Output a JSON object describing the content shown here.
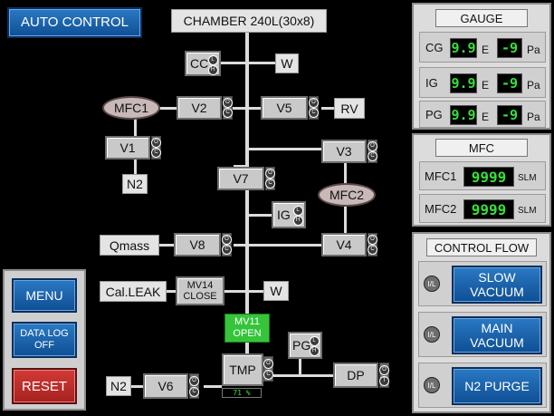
{
  "auto_control": "AUTO CONTROL",
  "chamber": "CHAMBER 240L(30x8)",
  "valves": {
    "v1": "V1",
    "v2": "V2",
    "v3": "V3",
    "v4": "V4",
    "v5": "V5",
    "v6": "V6",
    "v7": "V7",
    "v8": "V8",
    "mv14": "MV14\nCLOSE",
    "mv11": "MV11\nOPEN"
  },
  "nodes": {
    "w1": "W",
    "w2": "W",
    "rv": "RV",
    "n2_top": "N2",
    "n2_bottom": "N2",
    "qmass": "Qmass",
    "cal_leak": "Cal.LEAK",
    "tmp": "TMP",
    "dp": "DP",
    "mfc1": "MFC1",
    "mfc2": "MFC2",
    "cc": "CC",
    "ig": "IG",
    "pg": "PG"
  },
  "left_buttons": {
    "menu": "MENU",
    "data_log": "DATA LOG\nOFF",
    "reset": "RESET"
  },
  "gauge": {
    "title": "GAUGE",
    "rows": [
      {
        "label": "CG",
        "mantissa": "9.9",
        "e": "E",
        "exp": "-9",
        "unit": "Pa"
      },
      {
        "label": "IG",
        "mantissa": "9.9",
        "e": "E",
        "exp": "-9",
        "unit": "Pa"
      },
      {
        "label": "PG",
        "mantissa": "9.9",
        "e": "E",
        "exp": "-9",
        "unit": "Pa"
      }
    ]
  },
  "mfc": {
    "title": "MFC",
    "rows": [
      {
        "label": "MFC1",
        "value": "9999",
        "unit": "SLM"
      },
      {
        "label": "MFC2",
        "value": "9999",
        "unit": "SLM"
      }
    ]
  },
  "control_flow": {
    "title": "CONTROL FLOW",
    "il": "I/L",
    "items": [
      "SLOW\nVACUUM",
      "MAIN\nVACUUM",
      "N2 PURGE"
    ]
  },
  "tmp_status": "71 %",
  "colors": {
    "accent_blue": "#1b63ad",
    "reset_red": "#c02d2a",
    "open_green": "#35c43a"
  }
}
